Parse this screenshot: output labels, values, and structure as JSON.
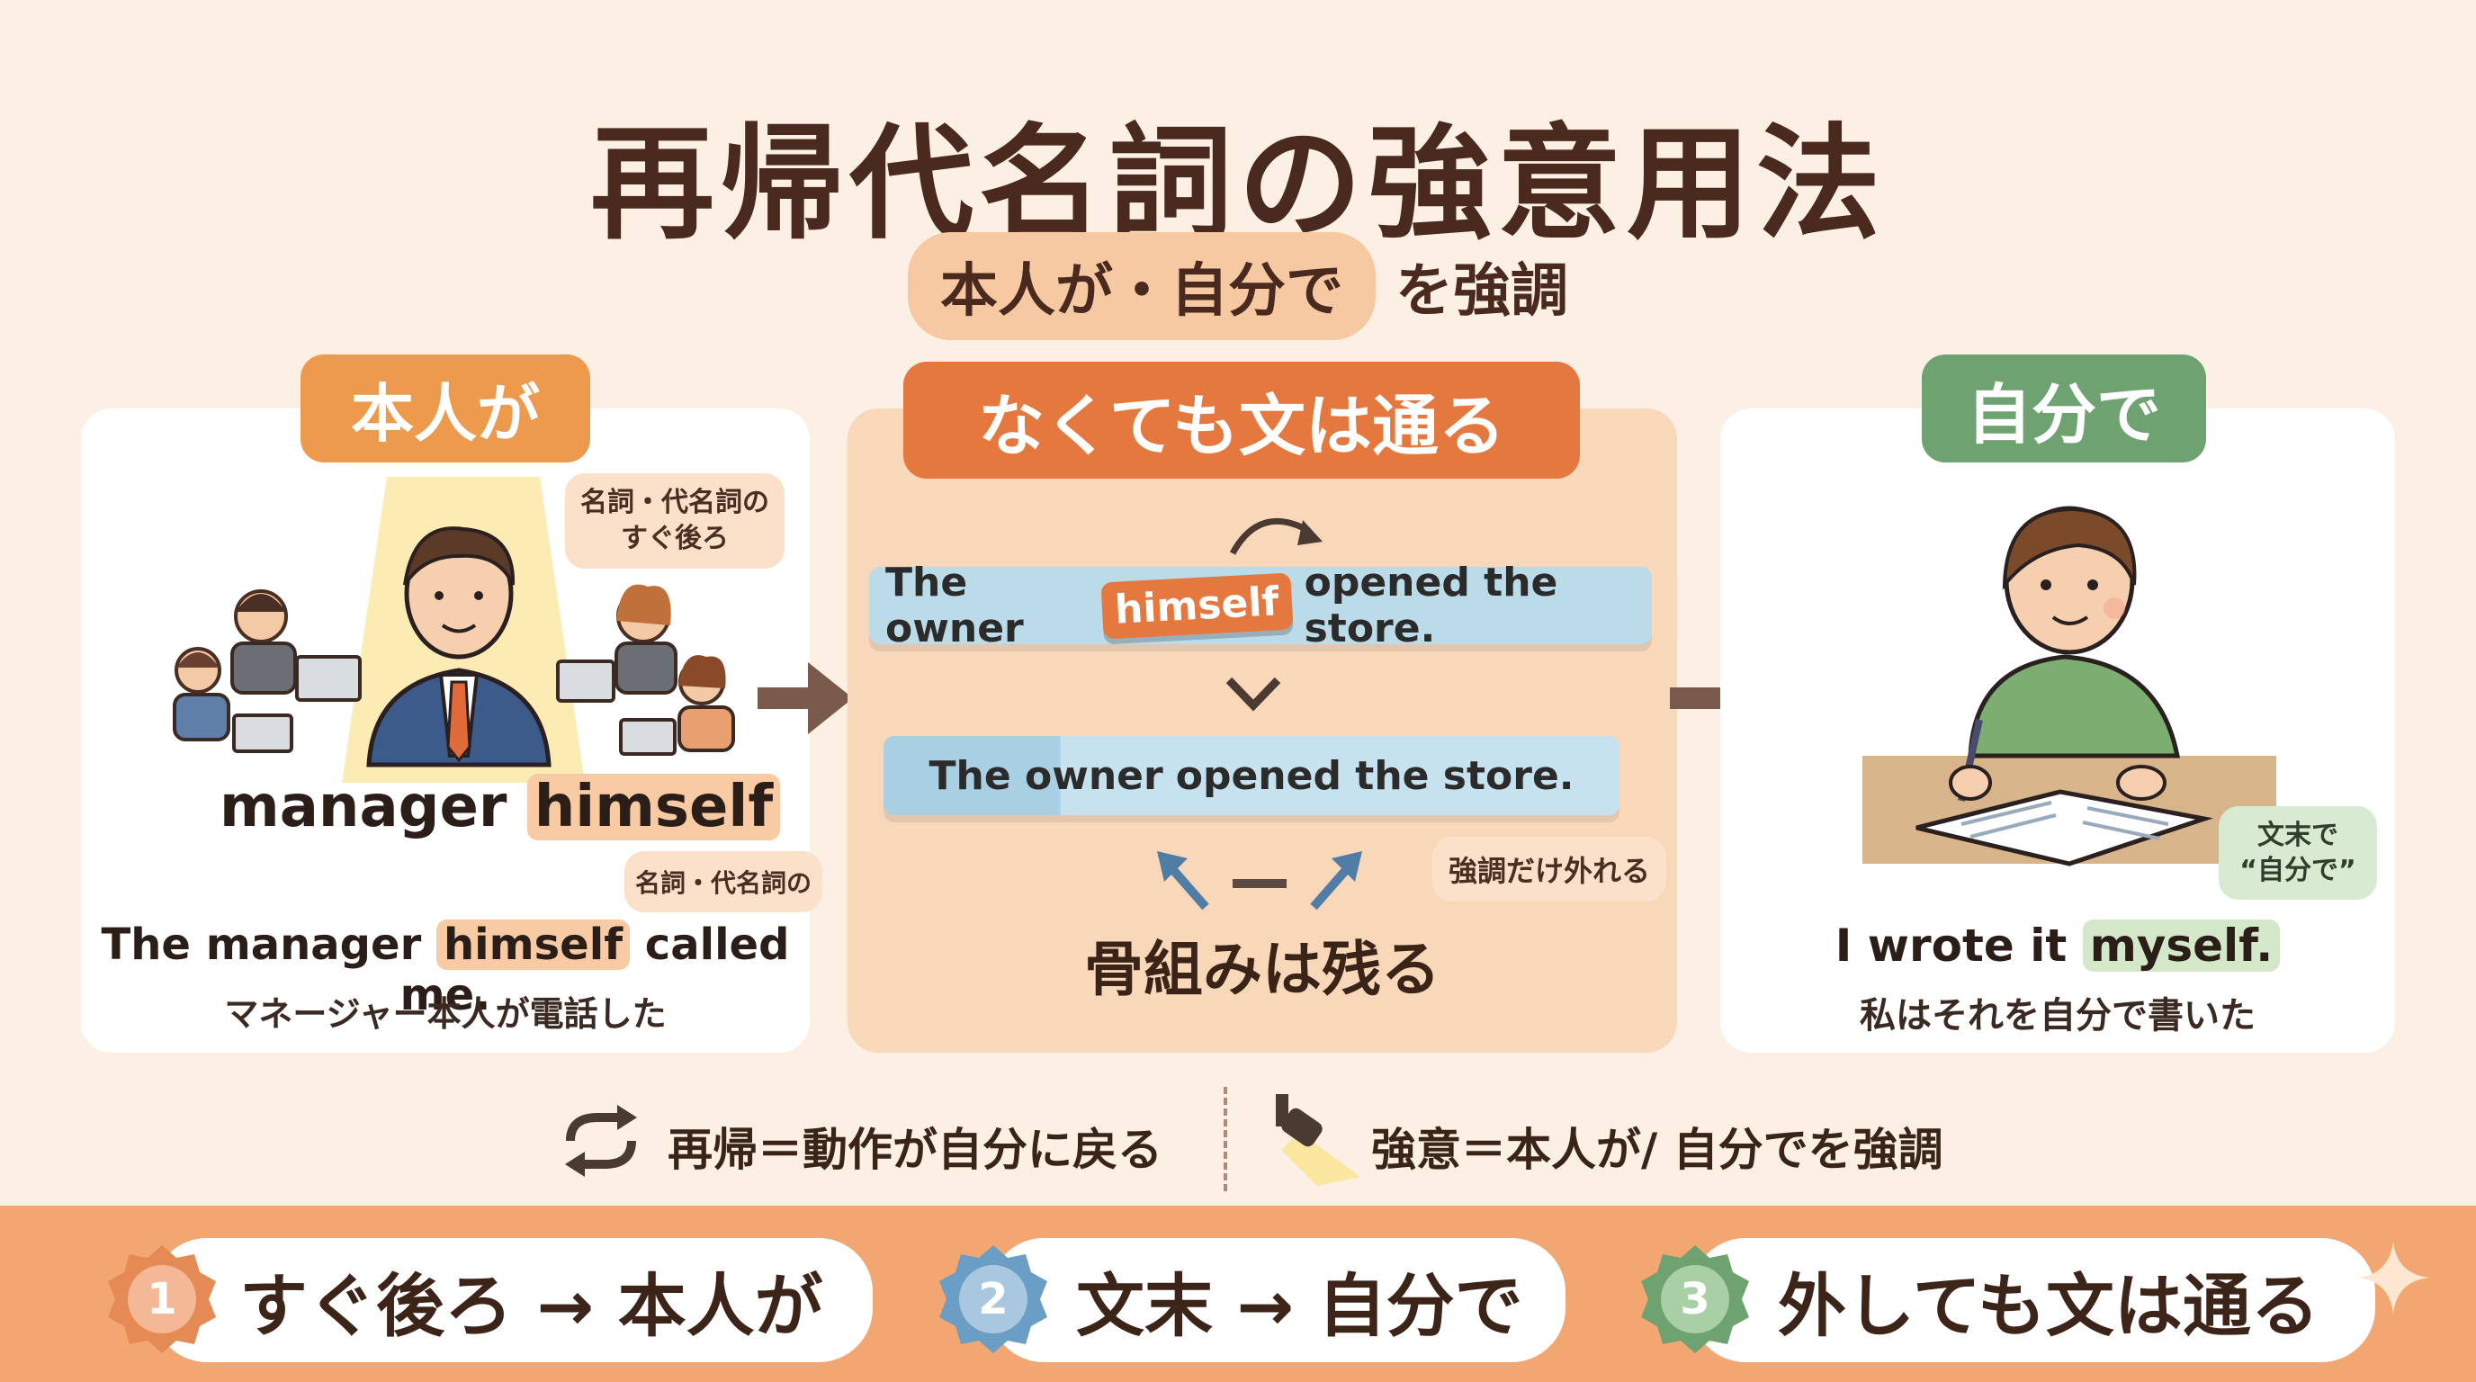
{
  "title": "再帰代名詞の強意用法",
  "subtitle": {
    "highlight": "本人が・自分で",
    "rest": "を強調"
  },
  "left_panel": {
    "tag": "本人が",
    "callout_top": "名詞・代名詞の\nすぐ後ろ",
    "phrase_word": "manager",
    "phrase_highlight": "himself",
    "callout_bottom": "名詞・代名詞の",
    "example_before": "The manager",
    "example_highlight": "himself",
    "example_after": "called me.",
    "translation": "マネージャー本人が電話した"
  },
  "middle_panel": {
    "tag": "なくても文は通る",
    "sentence1_before": "The owner",
    "sentence1_insert": "himself",
    "sentence1_after": "opened the store.",
    "sentence2_before": "The owner",
    "sentence2_after": "opened the store.",
    "callout": "強調だけ外れる",
    "caption": "骨組みは残る"
  },
  "right_panel": {
    "tag": "自分で",
    "callout": "文末で\n“自分で”",
    "example_before": "I wrote it",
    "example_highlight": "myself.",
    "translation": "私はそれを自分で書いた"
  },
  "legend": {
    "reflexive": "再帰＝動作が自分に戻る",
    "emphatic": "強意＝本人が/ 自分でを強調"
  },
  "summary": [
    {
      "number": "1",
      "text": "すぐ後ろ → 本人が",
      "color": "#e58a55"
    },
    {
      "number": "2",
      "text": "文末 → 自分で",
      "color": "#6a9ec4"
    },
    {
      "number": "3",
      "text": "外しても文は通る",
      "color": "#6fa271"
    }
  ],
  "colors": {
    "background": "#fbf0e3",
    "orange": "#ee9a4c",
    "red": "#e4783f",
    "green": "#6fa271",
    "blue_bar": "#bcdbe9",
    "band": "#f2a773"
  }
}
